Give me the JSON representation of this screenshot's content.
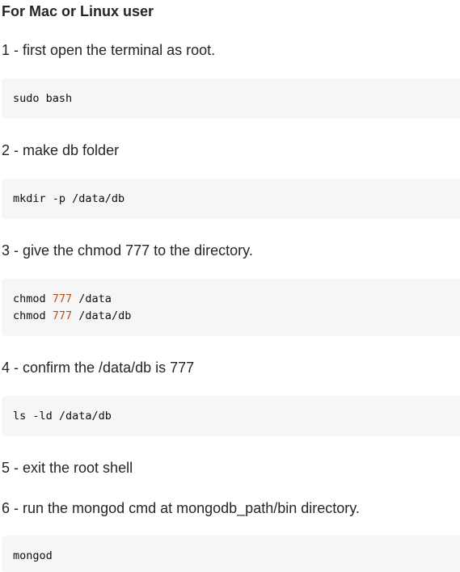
{
  "heading": "For Mac or Linux user",
  "steps": [
    {
      "text": "1 - first open the terminal as root."
    },
    {
      "text": "2 - make db folder"
    },
    {
      "text": "3 - give the chmod 777 to the directory."
    },
    {
      "text": "4 - confirm the /data/db is 777"
    },
    {
      "text": "5 - exit the root shell"
    },
    {
      "text": "6 - run the mongod cmd at mongodb_path/bin directory."
    }
  ],
  "code": {
    "sudo": "sudo bash",
    "mkdir": "mkdir -p /data/db",
    "chmod": [
      {
        "cmd": "chmod ",
        "num": "777",
        "arg": " /data"
      },
      {
        "cmd": "chmod ",
        "num": "777",
        "arg": " /data/db"
      }
    ],
    "ls": "ls -ld /data/db",
    "mongod": "mongod"
  },
  "colors": {
    "code_background": "#f6f6f6",
    "number_literal": "#b4521b",
    "text": "#232629"
  }
}
